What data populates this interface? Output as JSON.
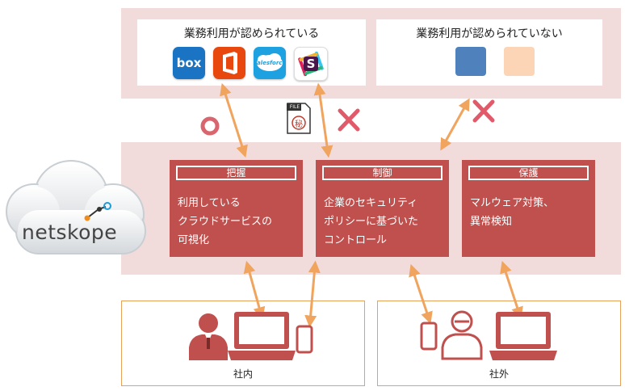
{
  "top": {
    "allowed_label": "業務利用が認められている",
    "not_allowed_label": "業務利用が認められていない",
    "apps": [
      {
        "icon": "box-icon",
        "label": "box",
        "color": "#1a74c3"
      },
      {
        "icon": "office-icon",
        "label": "",
        "color": "#e8470e"
      },
      {
        "icon": "salesforce-icon",
        "label": "salesforce",
        "color": "#1ea1e0"
      },
      {
        "icon": "slack-icon",
        "label": "S",
        "color": "#ffffff"
      }
    ],
    "blocked_colors": [
      "#4f81bd",
      "#fbd5b5"
    ]
  },
  "marks": {
    "allowed": "○",
    "blocked_1": "×",
    "blocked_2": "×",
    "file_label": "FILE",
    "file_seal": "秘"
  },
  "logo": {
    "text": "netskope"
  },
  "cards": [
    {
      "title": "把握",
      "body": "利用している\nクラウドサービスの\n可視化"
    },
    {
      "title": "制御",
      "body": "企業のセキュリティ\nポリシーに基づいた\nコントロール"
    },
    {
      "title": "保護",
      "body": "マルウェア対策、\n異常検知"
    }
  ],
  "bottom": {
    "internal_label": "社内",
    "external_label": "社外"
  },
  "colors": {
    "arrow": "#f0a45d",
    "card": "#c0504d",
    "band": "#f2dcdb",
    "device": "#c0504d",
    "cross": "#e05a6a"
  }
}
